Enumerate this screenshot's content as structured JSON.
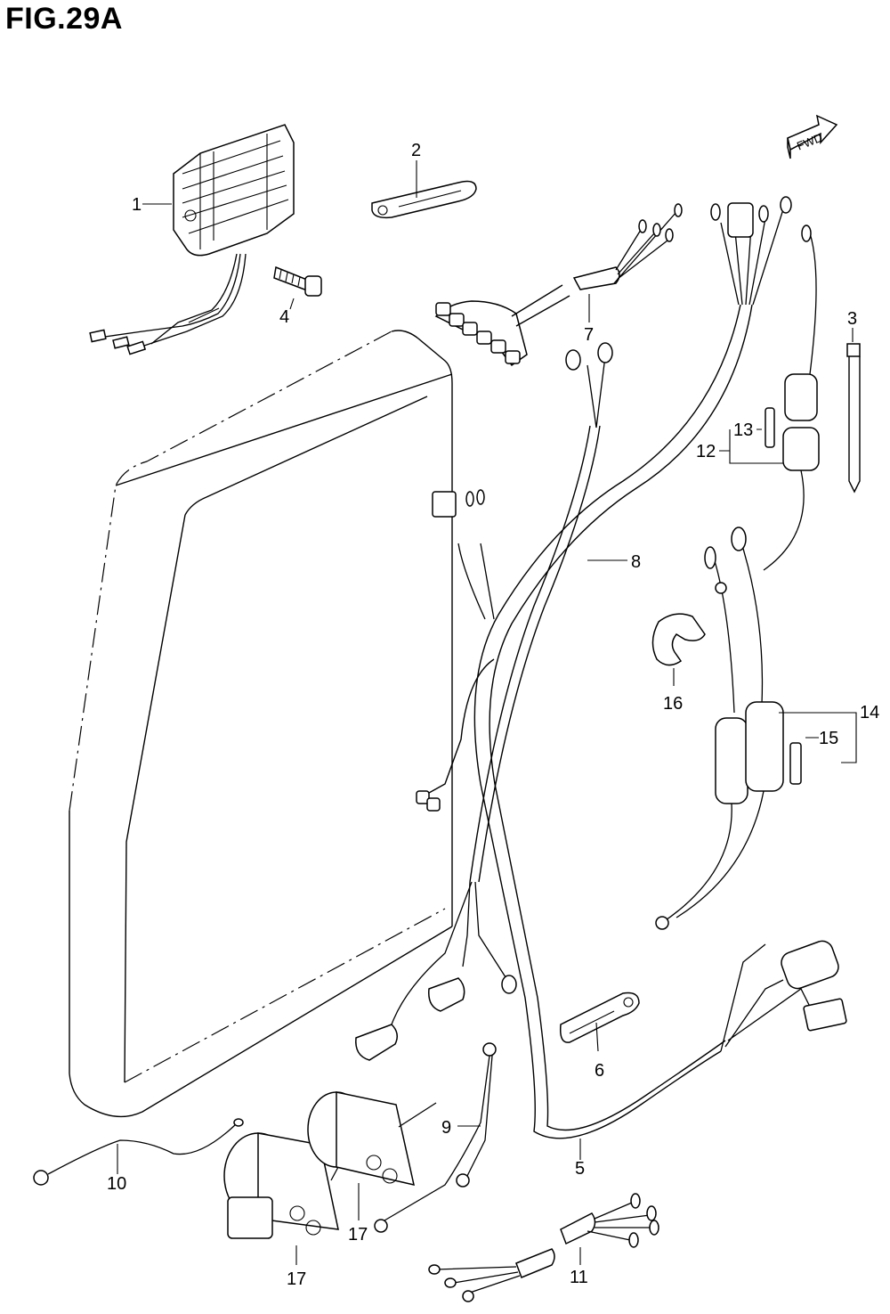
{
  "figure": {
    "title": "FIG.29A",
    "fwd_label": "FWD"
  },
  "callouts": {
    "c1": "1",
    "c2": "2",
    "c3": "3",
    "c4": "4",
    "c5": "5",
    "c6": "6",
    "c7": "7",
    "c8": "8",
    "c9": "9",
    "c10": "10",
    "c11": "11",
    "c12": "12",
    "c13": "13",
    "c14": "14",
    "c15": "15",
    "c16": "16",
    "c17a": "17",
    "c17b": "17"
  }
}
